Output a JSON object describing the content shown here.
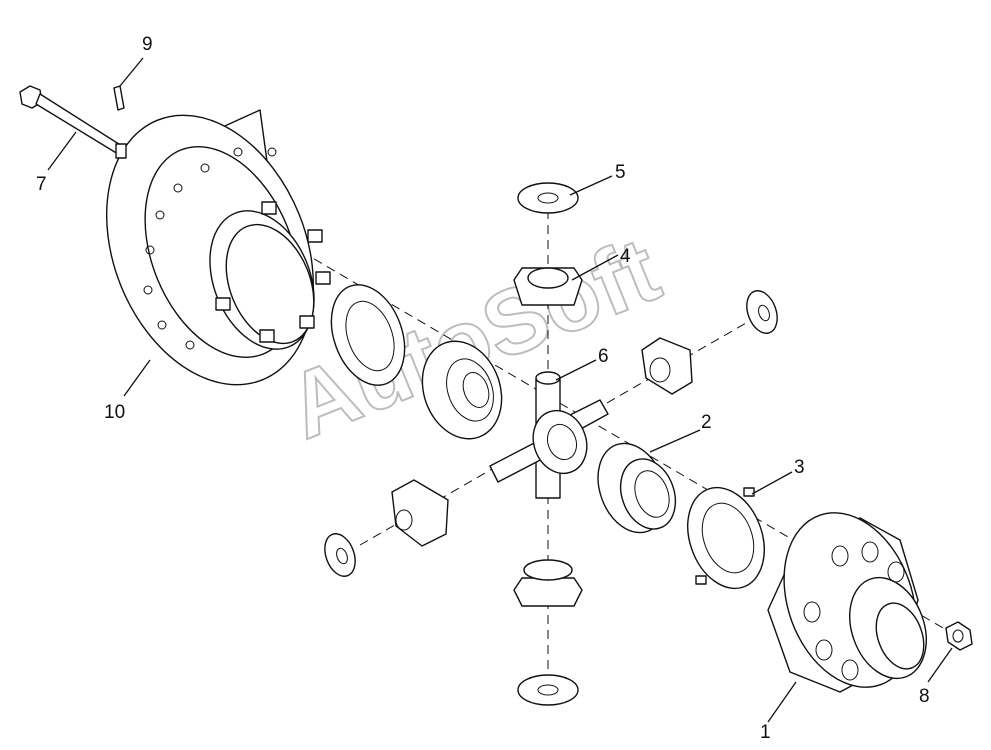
{
  "watermark": "AutoSoft",
  "callouts": [
    {
      "id": "1",
      "text": "1"
    },
    {
      "id": "2",
      "text": "2"
    },
    {
      "id": "3",
      "text": "3"
    },
    {
      "id": "4",
      "text": "4"
    },
    {
      "id": "5",
      "text": "5"
    },
    {
      "id": "6",
      "text": "6"
    },
    {
      "id": "7",
      "text": "7"
    },
    {
      "id": "8",
      "text": "8"
    },
    {
      "id": "9",
      "text": "9"
    },
    {
      "id": "10",
      "text": "10"
    }
  ]
}
